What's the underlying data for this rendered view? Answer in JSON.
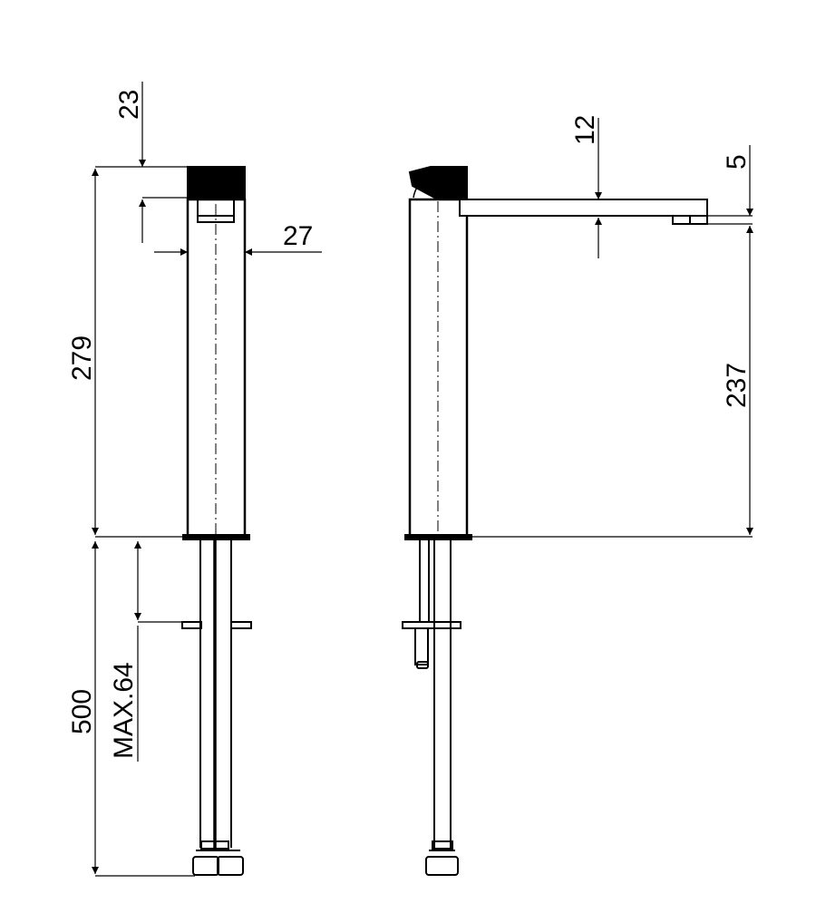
{
  "dimensions": {
    "handle_height": "23",
    "body_width": "27",
    "total_height": "279",
    "hose_length": "500",
    "max_counter": "MAX.64",
    "spout_thickness": "12",
    "nozzle_height": "5",
    "spout_clearance": "237"
  },
  "colors": {
    "line": "#000000",
    "background": "#ffffff"
  }
}
